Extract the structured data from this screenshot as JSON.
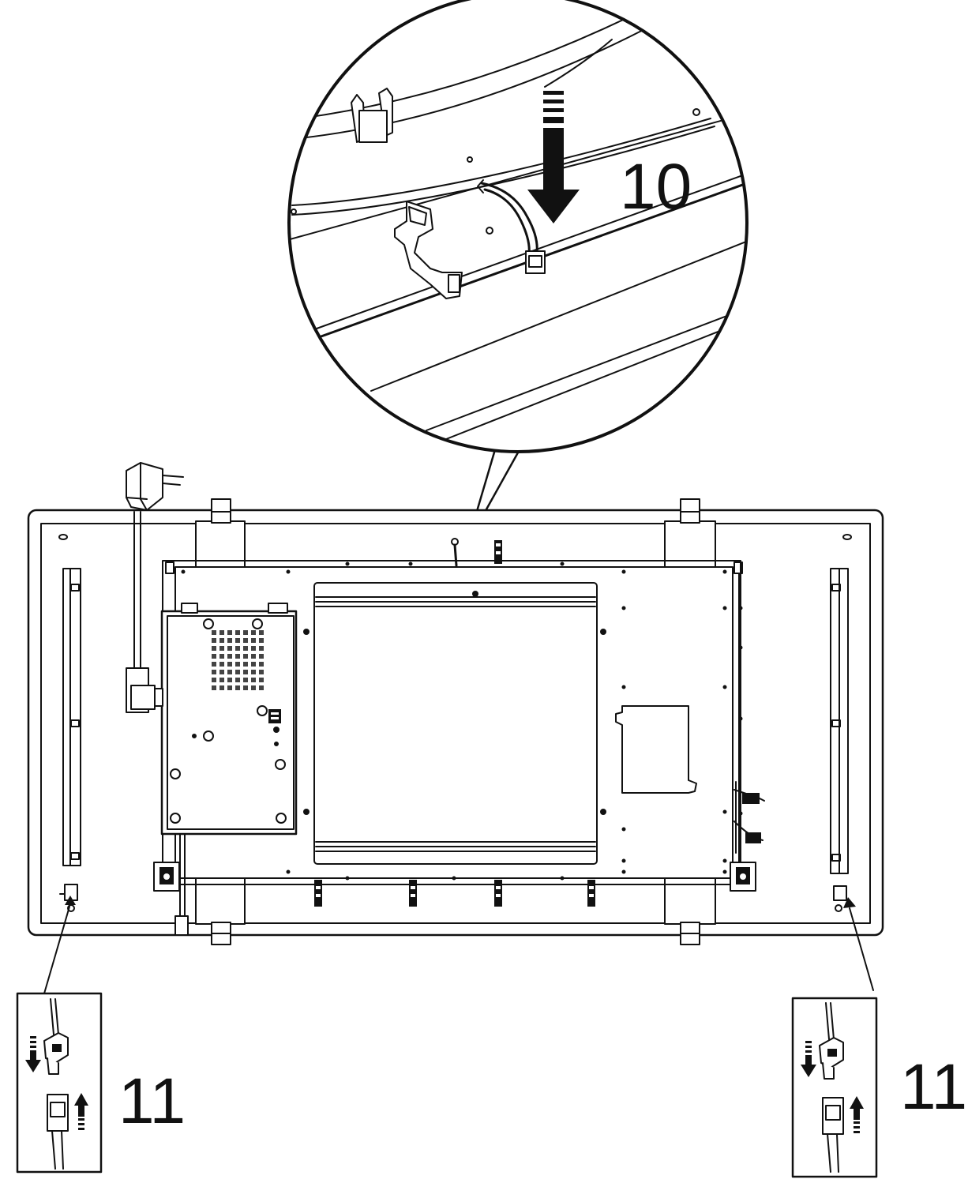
{
  "steps": {
    "zoom_step": "10",
    "left_step": "11",
    "right_step": "11"
  },
  "colors": {
    "line": "#111111",
    "fill": "#ffffff",
    "vent": "#444444"
  },
  "icons": {
    "power_plug": "power-plug-icon",
    "down_arrow": "down-arrow-icon",
    "up_arrow": "up-arrow-icon",
    "connector": "wire-connector-icon"
  }
}
